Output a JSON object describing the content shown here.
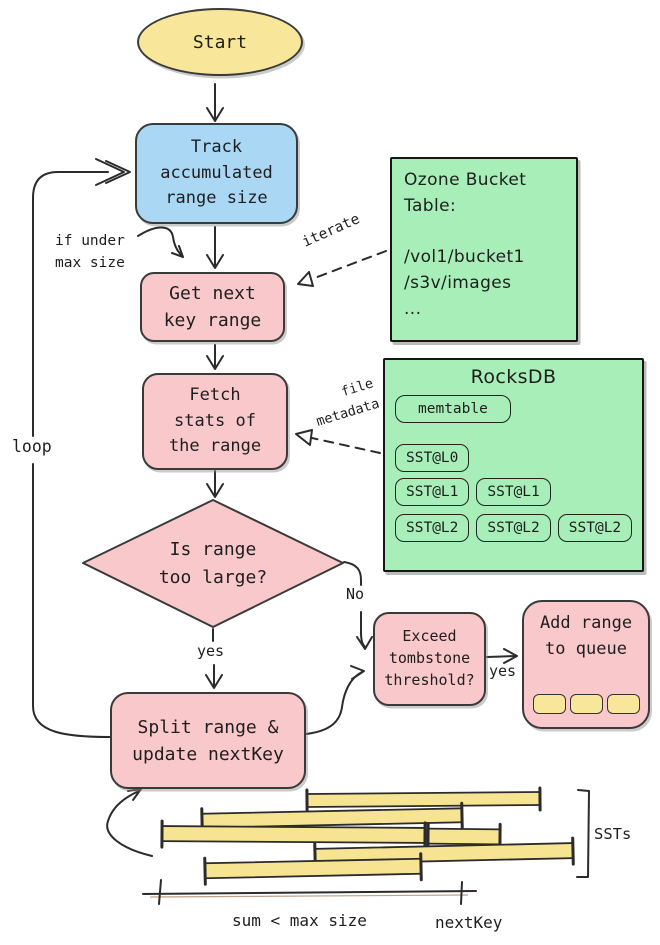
{
  "colors": {
    "ink": "#2b2b2b",
    "node-yellow": "#f8e79b",
    "bar-yellow": "#f6e493",
    "node-blue": "#a9d7f4",
    "node-pink": "#f9c8cb",
    "node-green": "#a8eeb8"
  },
  "nodes": {
    "start": "Start",
    "track": "Track\naccumulated\nrange size",
    "get_next": "Get next\nkey range",
    "fetch_stats": "Fetch\nstats of\nthe range",
    "is_too_large": "Is range\ntoo large?",
    "split": "Split range &\nupdate nextKey",
    "tombstone": "Exceed\ntombstone\nthreshold?",
    "add_queue": "Add range\nto queue"
  },
  "labels": {
    "if_under": "if under\nmax size",
    "iterate": "iterate",
    "file_metadata": "file\nmetadata",
    "loop": "loop",
    "yes_split": "yes",
    "no": "No",
    "yes_queue": "yes"
  },
  "ozone": {
    "title": "Ozone Bucket\nTable:",
    "entries": [
      "/vol1/bucket1",
      "/s3v/images",
      "..."
    ]
  },
  "rocksdb": {
    "title": "RocksDB",
    "rows": [
      [
        "memtable"
      ],
      [
        "SST@L0"
      ],
      [
        "SST@L1",
        "SST@L1"
      ],
      [
        "SST@L2",
        "SST@L2",
        "SST@L2"
      ]
    ]
  },
  "bottom": {
    "ssts": "SSTs",
    "sum": "sum < max size",
    "next_key": "nextKey"
  }
}
